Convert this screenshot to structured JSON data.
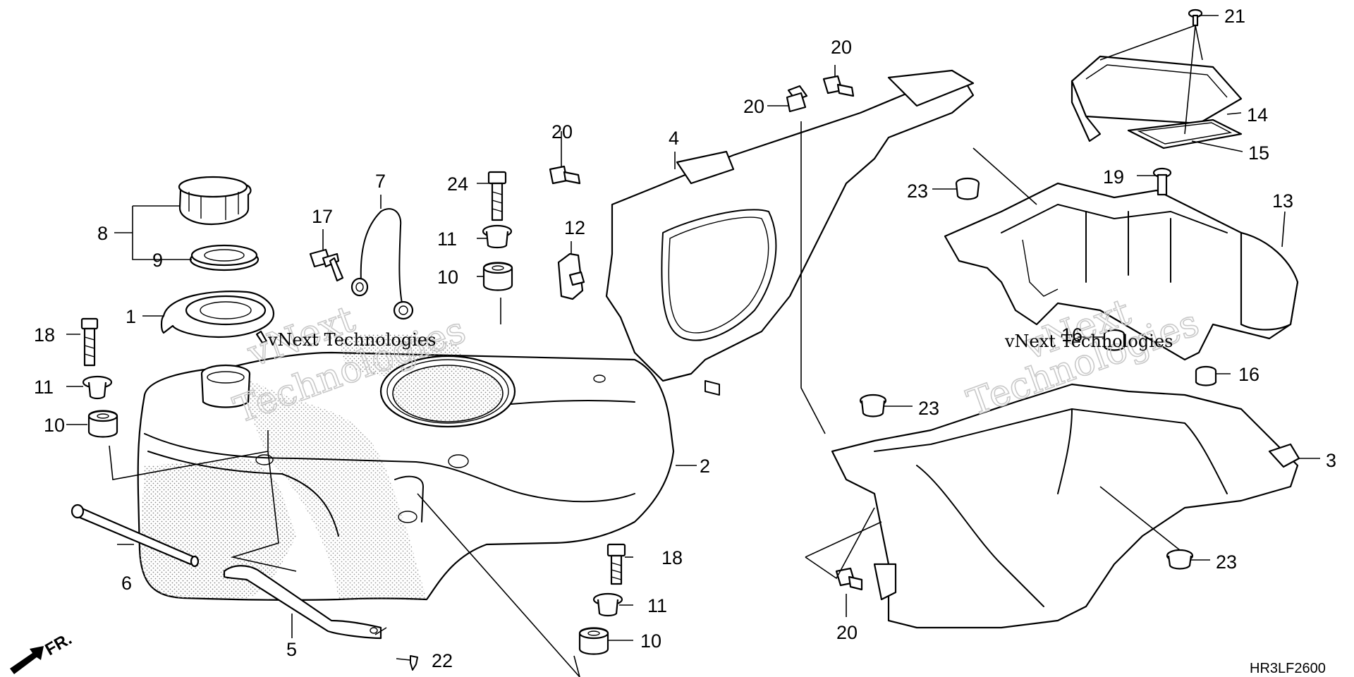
{
  "diagram_code": "HR3LF2600",
  "front_marker": "FR.",
  "watermark": {
    "brand": "vNext Technologies",
    "line1": "vNext",
    "line2": "Technologies"
  },
  "callouts": {
    "fuel_cap": "8",
    "cap_gasket": "9",
    "cap_ring": "1",
    "tether_cord": "7",
    "stud_bolt": "17",
    "bolt_left": "18",
    "collar_left": "11",
    "cushion_left": "10",
    "bolt_top": "24",
    "collar_top": "11",
    "cushion_top": "10",
    "fuel_tank": "2",
    "rod": "6",
    "band": "5",
    "clip": "22",
    "bolt_bottom": "18",
    "collar_bottom": "11",
    "cushion_bottom": "10",
    "clip_bracket": "12",
    "fastener_a": "20",
    "shield": "4",
    "fastener_b": "20",
    "fastener_c": "20",
    "fastener_d": "20",
    "screw": "21",
    "box_lid": "14",
    "seal": "15",
    "bolt_box": "19",
    "grommet_a": "23",
    "box": "13",
    "grommet_16a": "16",
    "grommet_16b": "16",
    "grommet_b": "23",
    "cover": "3",
    "grommet_c": "23"
  }
}
